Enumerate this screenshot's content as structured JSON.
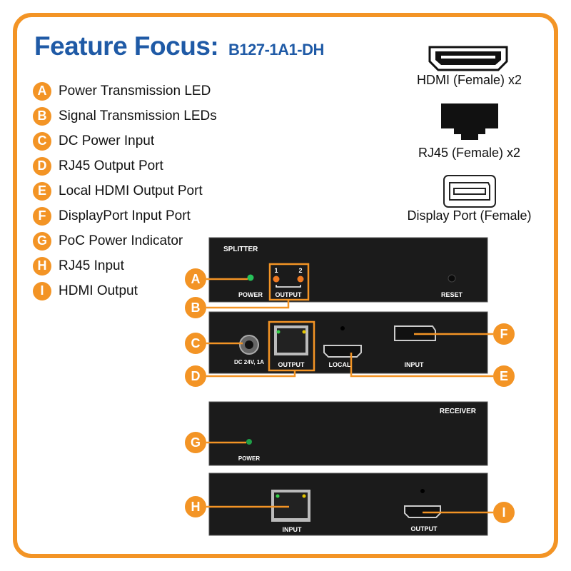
{
  "title": {
    "main": "Feature Focus:",
    "model": "B127-1A1-DH"
  },
  "features": [
    {
      "letter": "A",
      "label": "Power Transmission LED"
    },
    {
      "letter": "B",
      "label": "Signal Transmission LEDs"
    },
    {
      "letter": "C",
      "label": "DC Power Input"
    },
    {
      "letter": "D",
      "label": "RJ45 Output Port"
    },
    {
      "letter": "E",
      "label": "Local HDMI Output Port"
    },
    {
      "letter": "F",
      "label": "DisplayPort Input Port"
    },
    {
      "letter": "G",
      "label": "PoC Power Indicator"
    },
    {
      "letter": "H",
      "label": "RJ45 Input"
    },
    {
      "letter": "I",
      "label": "HDMI Output"
    }
  ],
  "connectors": [
    {
      "icon": "hdmi-port-icon",
      "label": "HDMI (Female) x2"
    },
    {
      "icon": "rj45-port-icon",
      "label": "RJ45 (Female) x2"
    },
    {
      "icon": "displayport-icon",
      "label": "Display Port (Female)"
    }
  ],
  "devices": {
    "splitter_front": {
      "name": "SPLITTER",
      "power": "POWER",
      "led1": "1",
      "led2": "2",
      "output": "OUTPUT",
      "reset": "RESET"
    },
    "splitter_back": {
      "dc": "DC 24V, 1A",
      "output": "OUTPUT",
      "local": "LOCAL",
      "input": "INPUT"
    },
    "receiver_front": {
      "name": "RECEIVER",
      "power": "POWER"
    },
    "receiver_back": {
      "input": "INPUT",
      "output": "OUTPUT"
    }
  },
  "colors": {
    "accent": "#f39425",
    "title": "#1f5aa6",
    "device": "#1b1b1b"
  }
}
